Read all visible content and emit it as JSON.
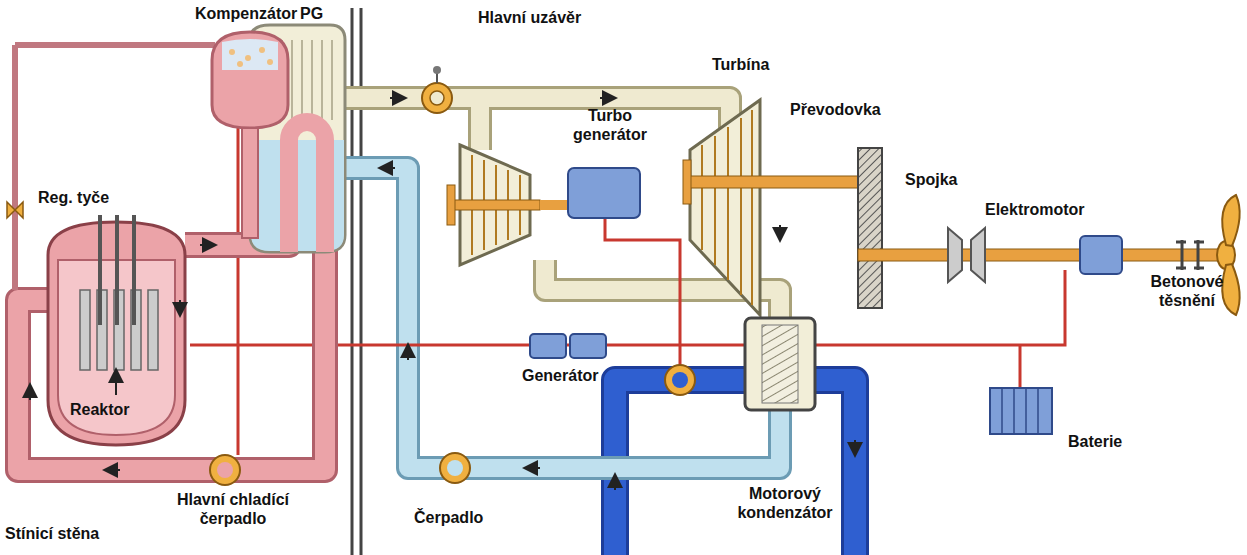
{
  "diagram": {
    "labels": [
      "Kompenzátor",
      "PG",
      "Hlavní uzávěr",
      "Turbína",
      "Turbo generátor",
      "Převodovka",
      "Reg. tyče",
      "Spojka",
      "Elektromotor",
      "Betonové těsnění",
      "Generátor",
      "Baterie",
      "Reaktor",
      "Motorový kondenzátor",
      "Stínicí stěna",
      "Hlavní chladící čerpadlo",
      "Čerpadlo"
    ]
  }
}
